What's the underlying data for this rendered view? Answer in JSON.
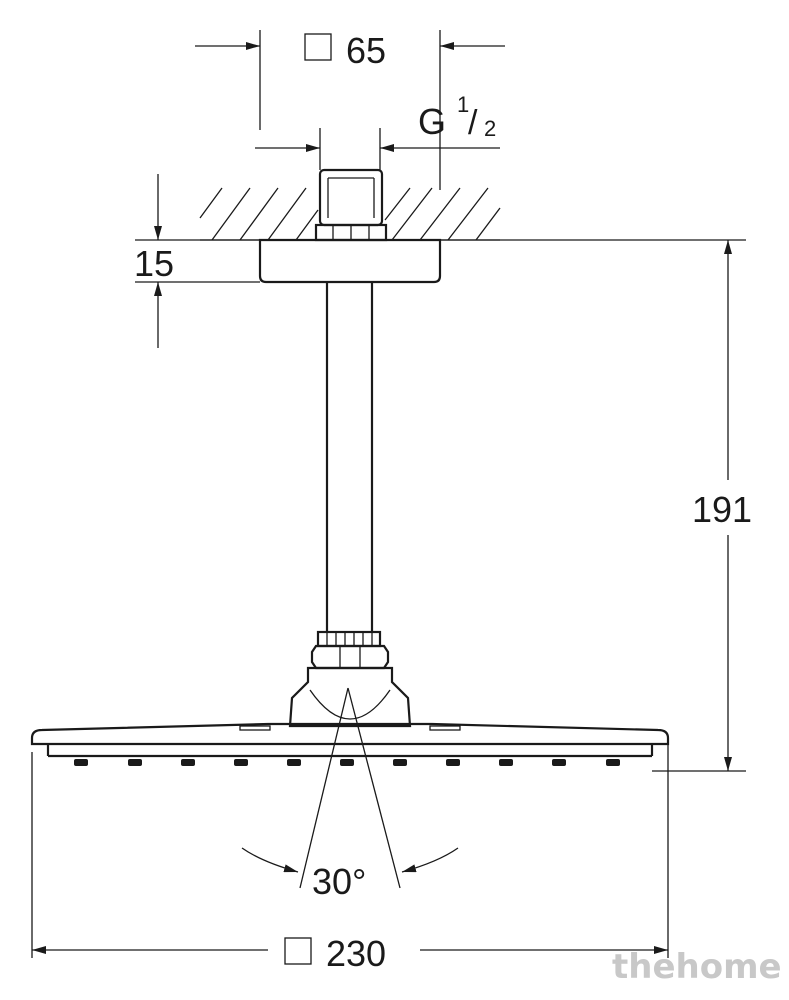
{
  "dimensions": {
    "top_square": "65",
    "thread_letter": "G",
    "thread_numerator": "1",
    "thread_slash": "/",
    "thread_denominator": "2",
    "flange_height": "15",
    "overall_height": "191",
    "spray_angle": "30°",
    "head_square": "230"
  },
  "watermark": {
    "text": "thehome",
    "color": "#c8c8c8"
  },
  "colors": {
    "line": "#1a1a1a",
    "background": "#ffffff"
  }
}
